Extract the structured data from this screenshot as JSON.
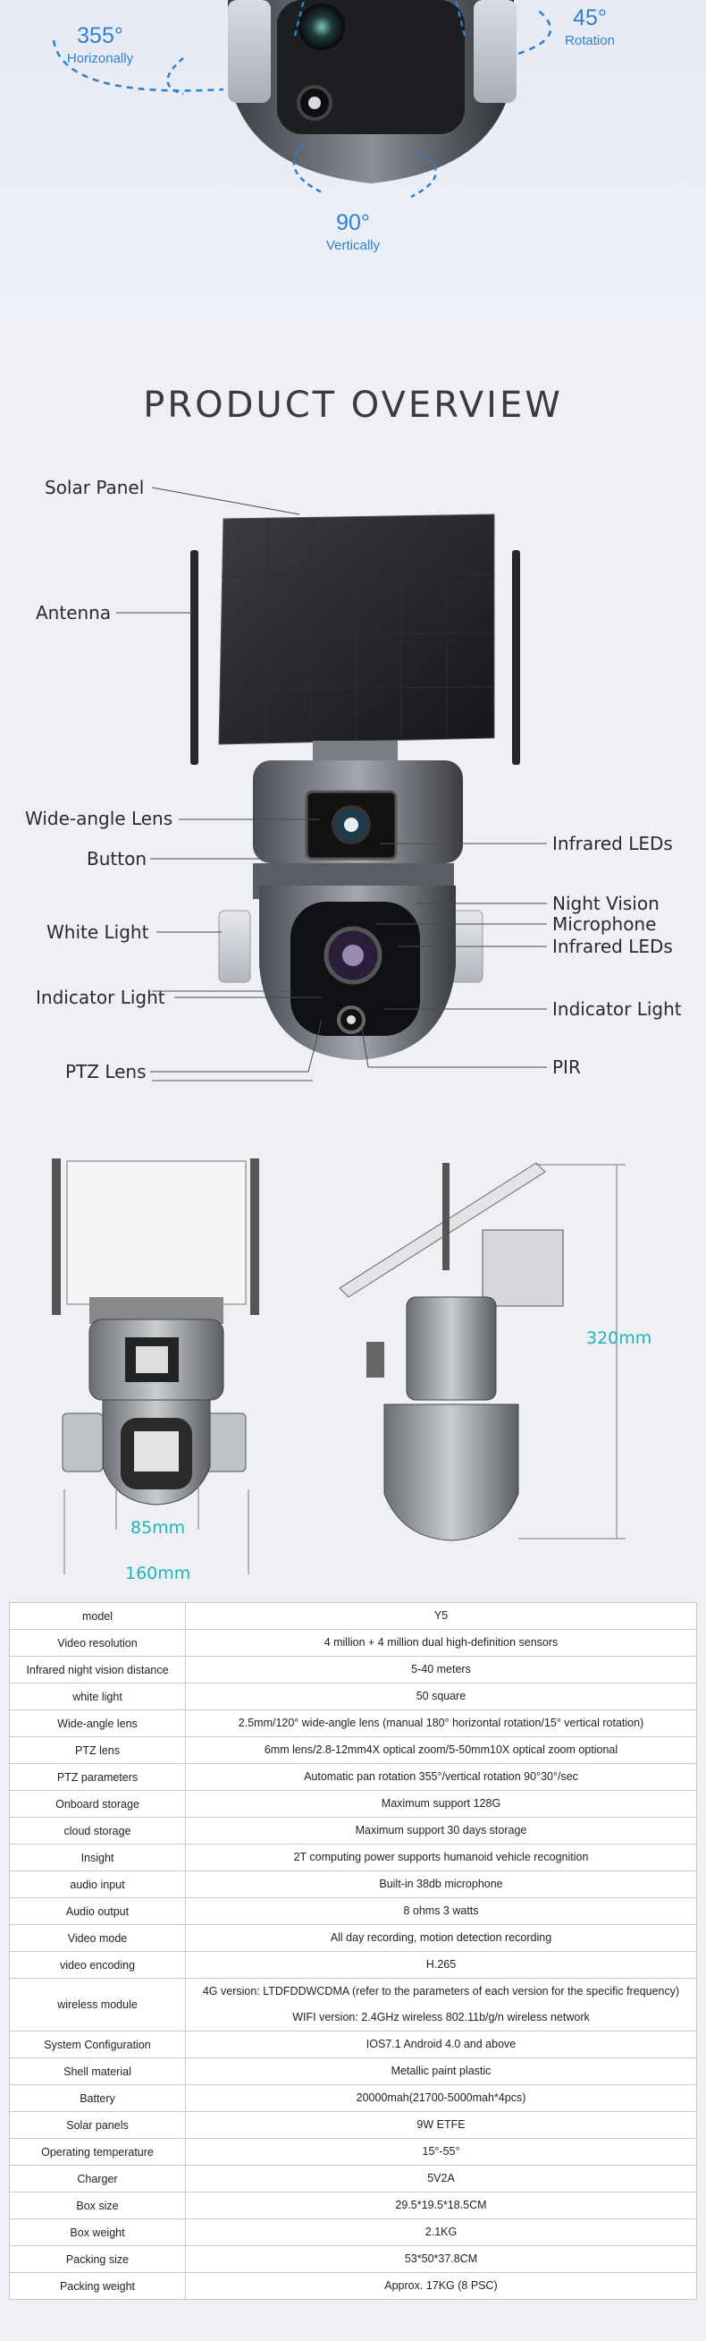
{
  "hero": {
    "horizontal": {
      "value": "355°",
      "label": "Horizonally"
    },
    "rotation": {
      "value": "45°",
      "label": "Rotation"
    },
    "vertical": {
      "value": "90°",
      "label": "Vertically"
    }
  },
  "overview": {
    "title": "PRODUCT  OVERVIEW",
    "callouts": {
      "solar_panel": "Solar Panel",
      "antenna": "Antenna",
      "wide_angle_lens": "Wide-angle Lens",
      "button": "Button",
      "white_light": "White Light",
      "indicator_light_left": "Indicator Light",
      "ptz_lens": "PTZ Lens",
      "infrared_leds_top": "Infrared LEDs",
      "night_vision": "Night Vision",
      "microphone": "Microphone",
      "infrared_leds_mid": "Infrared LEDs",
      "indicator_light_right": "Indicator Light",
      "pir": "PIR"
    }
  },
  "dimensions": {
    "width_lens": "85mm",
    "width_total": "160mm",
    "height": "320mm"
  },
  "colors": {
    "accent_blue": "#2f7fcf",
    "dimension_teal": "#22b3b3"
  },
  "specs": [
    {
      "key": "model",
      "value": [
        "Y5"
      ]
    },
    {
      "key": "Video resolution",
      "value": [
        "4 million + 4 million dual high-definition sensors"
      ]
    },
    {
      "key": "Infrared night vision distance",
      "value": [
        "5-40 meters"
      ]
    },
    {
      "key": "white light",
      "value": [
        "50 square"
      ]
    },
    {
      "key": "Wide-angle lens",
      "value": [
        "2.5mm/120° wide-angle lens (manual 180° horizontal rotation/15° vertical rotation)"
      ]
    },
    {
      "key": "PTZ lens",
      "value": [
        "6mm lens/2.8-12mm4X optical zoom/5-50mm10X optical zoom optional"
      ]
    },
    {
      "key": "PTZ parameters",
      "value": [
        "Automatic pan rotation 355°/vertical rotation 90°30°/sec"
      ]
    },
    {
      "key": "Onboard storage",
      "value": [
        "Maximum support 128G"
      ]
    },
    {
      "key": "cloud storage",
      "value": [
        "Maximum support 30 days storage"
      ]
    },
    {
      "key": "Insight",
      "value": [
        "2T computing power supports humanoid vehicle recognition"
      ]
    },
    {
      "key": "audio input",
      "value": [
        "Built-in 38db microphone"
      ]
    },
    {
      "key": "Audio output",
      "value": [
        "8 ohms 3 watts"
      ]
    },
    {
      "key": "Video mode",
      "value": [
        "All day recording, motion detection recording"
      ]
    },
    {
      "key": "video encoding",
      "value": [
        "H.265"
      ]
    },
    {
      "key": "wireless module",
      "value": [
        "4G version: LTDFDDWCDMA (refer to the parameters of each version for the specific frequency)",
        "WIFI version: 2.4GHz wireless 802.11b/g/n wireless network"
      ]
    },
    {
      "key": "System Configuration",
      "value": [
        "IOS7.1 Android 4.0 and above"
      ]
    },
    {
      "key": "Shell material",
      "value": [
        "Metallic paint plastic"
      ]
    },
    {
      "key": "Battery",
      "value": [
        "20000mah(21700-5000mah*4pcs)"
      ]
    },
    {
      "key": "Solar panels",
      "value": [
        "9W ETFE"
      ]
    },
    {
      "key": "Operating temperature",
      "value": [
        "15°-55°"
      ]
    },
    {
      "key": "Charger",
      "value": [
        "5V2A"
      ]
    },
    {
      "key": "Box size",
      "value": [
        "29.5*19.5*18.5CM"
      ]
    },
    {
      "key": "Box weight",
      "value": [
        "2.1KG"
      ]
    },
    {
      "key": "Packing size",
      "value": [
        "53*50*37.8CM"
      ]
    },
    {
      "key": "Packing weight",
      "value": [
        "Approx. 17KG (8 PSC)"
      ]
    }
  ]
}
